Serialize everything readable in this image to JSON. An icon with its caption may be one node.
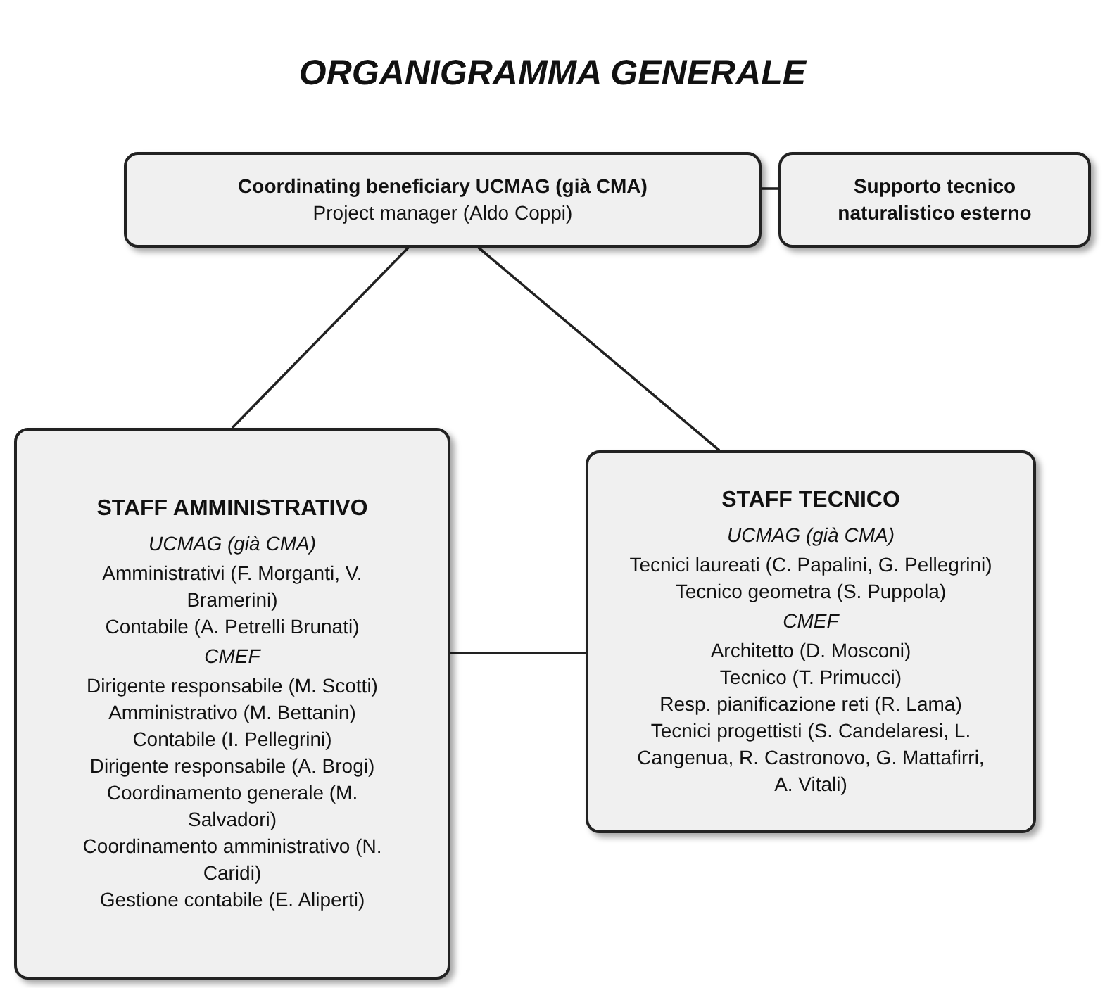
{
  "diagram": {
    "title": "ORGANIGRAMMA GENERALE",
    "nodes": [
      {
        "text": [
          "Coordinating beneficiary UCMAG (già CMA)",
          "Project manager (Aldo Coppi)"
        ]
      },
      {
        "text": [
          "Supporto tecnico naturalistico esterno"
        ]
      },
      {
        "text": [
          "STAFF AMMINISTRATIVO",
          "UCMAG (già CMA)",
          "Amministrativi (F. Morganti, V. Bramerini)",
          "Contabile (A. Petrelli Brunati)",
          "CMEF",
          "Dirigente responsabile (M. Scotti)",
          "Amministrativo (M. Bettanin)",
          "Contabile (I. Pellegrini)",
          "Dirigente responsabile (A. Brogi)",
          "Coordinamento generale (M. Salvadori)",
          "Coordinamento amministrativo (N. Caridi)",
          "Gestione contabile (E. Aliperti)"
        ]
      },
      {
        "text": [
          "STAFF TECNICO",
          "UCMAG (già CMA)",
          "Tecnici laureati (C. Papalini, G. Pellegrini)",
          "Tecnico geometra (S. Puppola)",
          "CMEF",
          "Architetto (D. Mosconi)",
          "Tecnico (T. Primucci)",
          "Resp. pianificazione reti (R. Lama)",
          "Tecnici progettisti (S. Candelaresi, L. Cangenua, R. Castronovo, G. Mattafirri, A. Vitali)"
        ]
      }
    ],
    "edges": [
      {
        "from": 0,
        "to": 1,
        "arrow": "none"
      },
      {
        "from": 0,
        "to": 2,
        "arrow": "none"
      },
      {
        "from": 0,
        "to": 3,
        "arrow": "none"
      },
      {
        "from": 2,
        "to": 3,
        "arrow": "none"
      }
    ]
  }
}
